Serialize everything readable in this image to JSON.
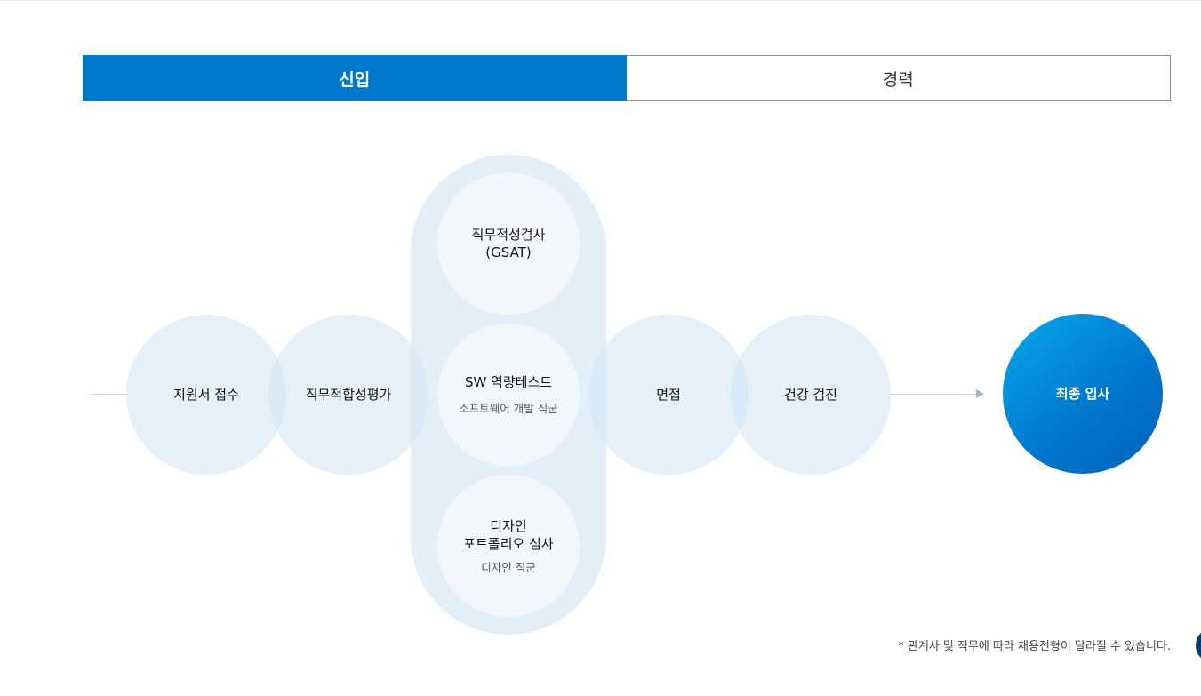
{
  "tabs": [
    {
      "label": "신입",
      "active": true
    },
    {
      "label": "경력",
      "active": false
    }
  ],
  "steps": {
    "application": "지원서 접수",
    "aptitude_eval": "직무적합성평가",
    "gsat_line1": "직무적성검사",
    "gsat_line2": "(GSAT)",
    "sw_test": "SW 역량테스트",
    "sw_test_sub": "소프트웨어 개발 직군",
    "design_line1": "디자인",
    "design_line2": "포트폴리오 심사",
    "design_sub": "디자인 직군",
    "interview": "면접",
    "health_check": "건강 검진",
    "final_hire": "최종 입사"
  },
  "note": "* 관계사 및 직무에 따라 채용전형이 달라질 수 있습니다.",
  "colors": {
    "accent": "#0078cc",
    "circle_fill": "#d5e6f5",
    "inner_fill": "#f3f7fc"
  }
}
